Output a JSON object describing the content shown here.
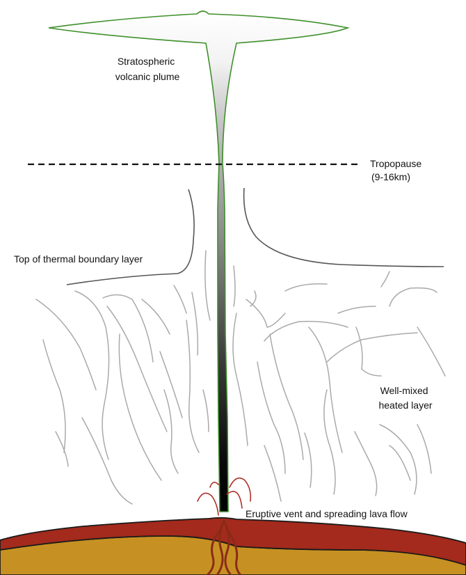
{
  "labels": {
    "plume_line1": "Stratospheric",
    "plume_line2": "volcanic plume",
    "tropopause_line1": "Tropopause",
    "tropopause_line2": "(9-16km)",
    "thermal_boundary": "Top of thermal boundary layer",
    "mixed_line1": "Well-mixed",
    "mixed_line2": "heated layer",
    "vent": "Eruptive vent and spreading lava flow"
  },
  "colors": {
    "plume_outline": "#3d8f2a",
    "plume_fill_top": "#ffffff",
    "plume_fill_bottom": "#000000",
    "boundary_line": "#555555",
    "convection_line": "#a9a9a9",
    "lava": "#a32a1c",
    "ground": "#c69122",
    "vent_arcs": "#b0302a"
  }
}
